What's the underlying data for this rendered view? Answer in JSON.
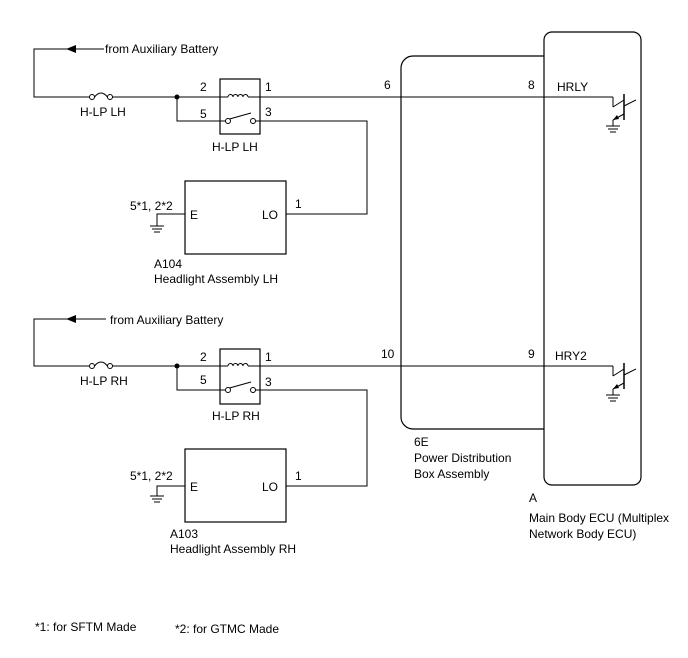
{
  "upper": {
    "source": "from Auxiliary Battery",
    "fuse": "H-LP LH",
    "relay": {
      "pin_a": "2",
      "pin_b": "5",
      "pin_c": "1",
      "pin_d": "3",
      "label": "H-LP LH"
    },
    "headlight": {
      "ground_pins": "5*1, 2*2",
      "pin_e": "E",
      "pin_lo": "LO",
      "lo_pin_no": "1",
      "code": "A104",
      "name": "Headlight Assembly LH"
    },
    "pdb_pin": "6",
    "ecu_pin": "8",
    "ecu_terminal": "HRLY"
  },
  "lower": {
    "source": "from Auxiliary Battery",
    "fuse": "H-LP RH",
    "relay": {
      "pin_a": "2",
      "pin_b": "5",
      "pin_c": "1",
      "pin_d": "3",
      "label": "H-LP RH"
    },
    "headlight": {
      "ground_pins": "5*1, 2*2",
      "pin_e": "E",
      "pin_lo": "LO",
      "lo_pin_no": "1",
      "code": "A103",
      "name": "Headlight Assembly RH"
    },
    "pdb_pin": "10",
    "ecu_pin": "9",
    "ecu_terminal": "HRY2"
  },
  "pdb": {
    "code": "6E",
    "name_line1": "Power Distribution",
    "name_line2": "Box Assembly"
  },
  "ecu": {
    "code": "A",
    "name_line1": "Main Body ECU (Multiplex",
    "name_line2": "Network Body ECU)"
  },
  "notes": {
    "note1": "*1: for SFTM Made",
    "note2": "*2: for GTMC Made"
  }
}
